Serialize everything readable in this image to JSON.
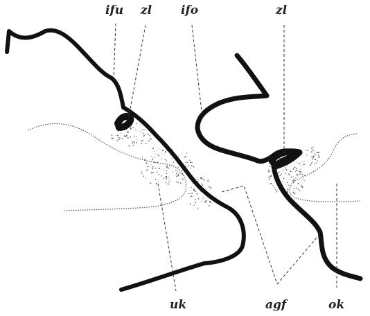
{
  "figure": {
    "labels": {
      "ifu": "ifu",
      "zl_left": "zl",
      "ifo": "ifo",
      "zl_right": "zl",
      "uk": "uk",
      "agf": "agf",
      "ok": "ok"
    }
  },
  "colors": {
    "background": "#ffffff",
    "ink": "#111111",
    "leader": "#333333"
  }
}
